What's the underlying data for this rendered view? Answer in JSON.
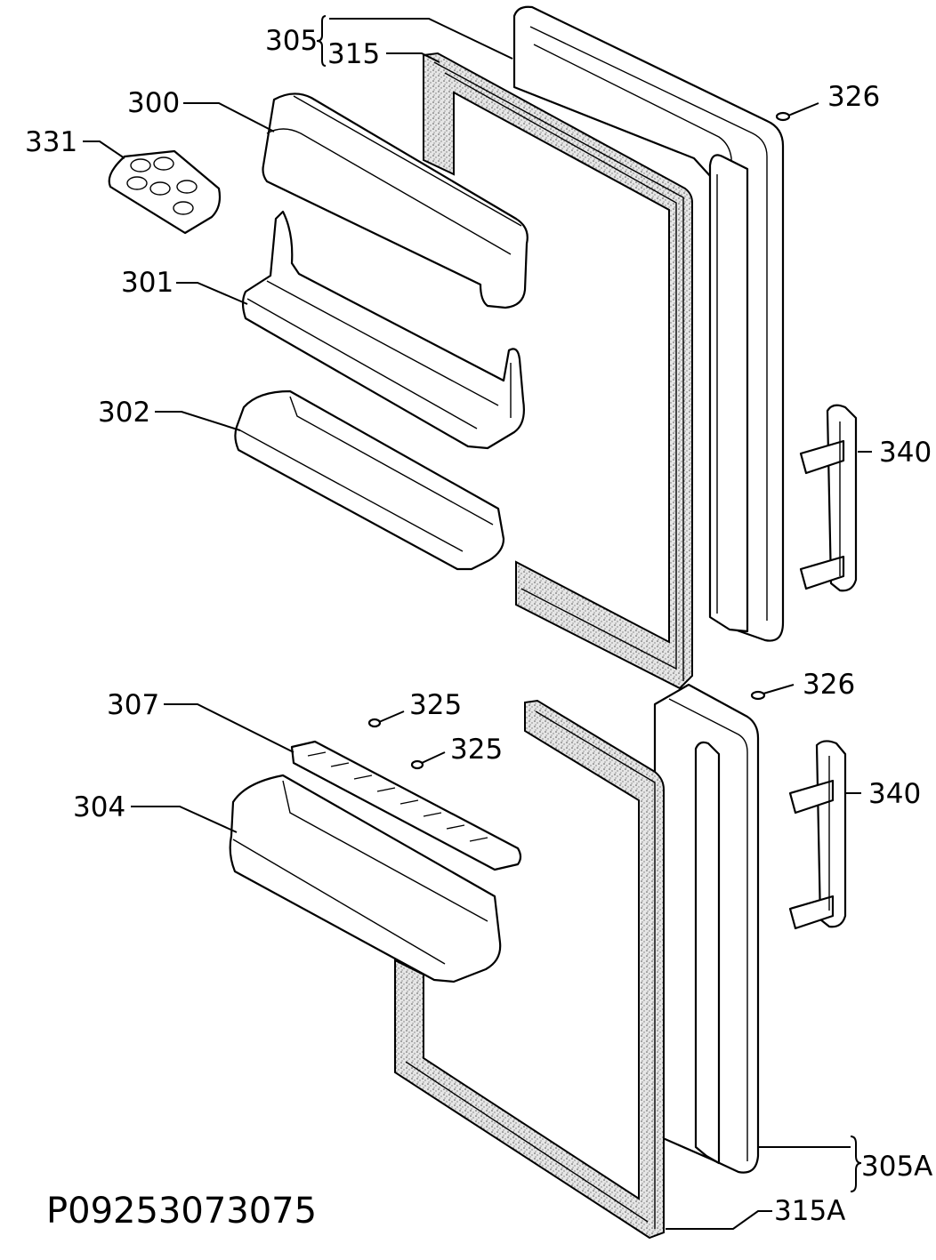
{
  "diagram": {
    "drawing_code": "P09253073075",
    "labels": {
      "p300": "300",
      "p301": "301",
      "p302": "302",
      "p304": "304",
      "p305": "305",
      "p305a": "305A",
      "p307": "307",
      "p315": "315",
      "p315a": "315A",
      "p325a": "325",
      "p325b": "325",
      "p326a": "326",
      "p326b": "326",
      "p331": "331",
      "p340a": "340",
      "p340b": "340"
    }
  }
}
